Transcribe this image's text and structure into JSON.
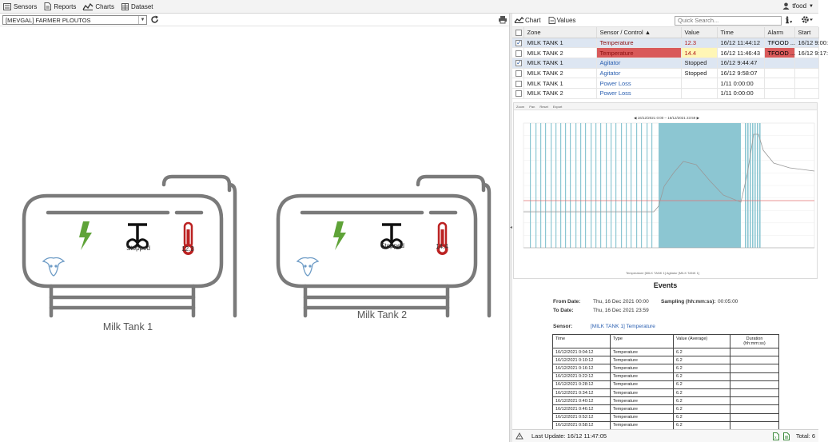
{
  "topbar": {
    "items": [
      {
        "label": "Sensors",
        "icon": "sensors-icon"
      },
      {
        "label": "Reports",
        "icon": "reports-icon"
      },
      {
        "label": "Charts",
        "icon": "charts-icon"
      },
      {
        "label": "Dataset",
        "icon": "dataset-icon"
      }
    ],
    "user": "tfood"
  },
  "left": {
    "site_select": "[MEVGAL] FARMER PLOUTOS",
    "tanks": [
      {
        "name": "Milk Tank 1",
        "agitator_status": "Stopped",
        "temperature": "12.3"
      },
      {
        "name": "Milk Tank 2",
        "agitator_status": "Stopped",
        "temperature": "14.4"
      }
    ]
  },
  "right": {
    "toolbar": {
      "chart_label": "Chart",
      "values_label": "Values",
      "search_placeholder": "Quick Search..."
    },
    "grid": {
      "columns": [
        "Zone",
        "Sensor / Control ▲",
        "Value",
        "Time",
        "Alarm",
        "Start"
      ],
      "rows": [
        {
          "checked": true,
          "zone": "MILK TANK 1",
          "sensor": "Temperature",
          "value": "12.3",
          "time": "16/12 11:44:12",
          "alarm": "TFOOD ...",
          "start": "16/12 9:00:"
        },
        {
          "checked": false,
          "zone": "MILK TANK 2",
          "sensor": "Temperature",
          "value": "14.4",
          "time": "16/12 11:46:43",
          "alarm": "TFOOD ...",
          "start": "16/12 9:17:"
        },
        {
          "checked": true,
          "zone": "MILK TANK 1",
          "sensor": "Agitator",
          "value": "Stopped",
          "time": "16/12 9:44:47",
          "alarm": "",
          "start": ""
        },
        {
          "checked": false,
          "zone": "MILK TANK 2",
          "sensor": "Agitator",
          "value": "Stopped",
          "time": "16/12 9:58:07",
          "alarm": "",
          "start": ""
        },
        {
          "checked": false,
          "zone": "MILK TANK 1",
          "sensor": "Power Loss",
          "value": "",
          "time": "1/11 0:00:00",
          "alarm": "",
          "start": ""
        },
        {
          "checked": false,
          "zone": "MILK TANK 2",
          "sensor": "Power Loss",
          "value": "",
          "time": "1/11 0:00:00",
          "alarm": "",
          "start": ""
        }
      ]
    },
    "chart": {
      "toolbar_items": [
        "Zoom",
        "Pan",
        "Reset",
        "Export"
      ],
      "date_range": "16/12/2021 0:00  –  16/12/2021 23:59",
      "legend": "Temperature [MILK TANK 1]      Agitator [MILK TANK 1]"
    },
    "events": {
      "title": "Events",
      "from_date_label": "From Date:",
      "from_date": "Thu, 16 Dec 2021  00:00",
      "to_date_label": "To Date:",
      "to_date": "Thu, 16 Dec 2021  23:59",
      "sampling_label": "Sampling (hh:mm:ss):",
      "sampling": "00:05:00",
      "sensor_label": "Sensor:",
      "sensor": "[MILK TANK 1] Temperature",
      "columns": [
        "Time",
        "Type",
        "Value (Average)",
        "Duration\n(hh:mm:ss)"
      ],
      "rows": [
        [
          "16/12/2021 0:04:12",
          "Temperature",
          "6.2",
          ""
        ],
        [
          "16/12/2021 0:10:12",
          "Temperature",
          "6.2",
          ""
        ],
        [
          "16/12/2021 0:16:12",
          "Temperature",
          "6.2",
          ""
        ],
        [
          "16/12/2021 0:22:12",
          "Temperature",
          "6.2",
          ""
        ],
        [
          "16/12/2021 0:28:12",
          "Temperature",
          "6.2",
          ""
        ],
        [
          "16/12/2021 0:34:12",
          "Temperature",
          "6.2",
          ""
        ],
        [
          "16/12/2021 0:40:12",
          "Temperature",
          "6.2",
          ""
        ],
        [
          "16/12/2021 0:46:12",
          "Temperature",
          "6.2",
          ""
        ],
        [
          "16/12/2021 0:52:12",
          "Temperature",
          "6.2",
          ""
        ],
        [
          "16/12/2021 0:58:12",
          "Temperature",
          "6.2",
          ""
        ]
      ]
    },
    "status": {
      "last_update": "Last Update: 16/12 11:47:05",
      "total": "Total: 6"
    }
  }
}
